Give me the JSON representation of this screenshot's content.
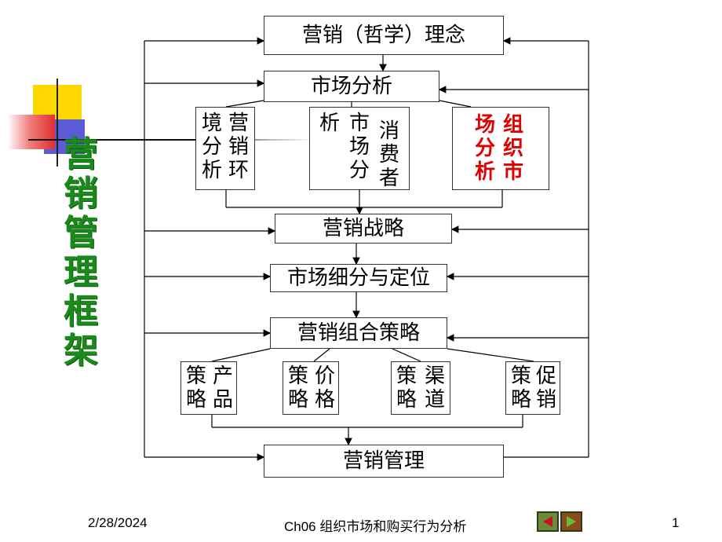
{
  "vertical_title": "营销管理框架",
  "boxes": {
    "philosophy": "营销（哲学）理念",
    "market_analysis": "市场分析",
    "env_col1": "营销环",
    "env_col2": "境分析",
    "consumer_col1": "消费者",
    "consumer_col2": "市场分",
    "consumer_col3": "析",
    "org_col1": "组织市",
    "org_col2": "场分析",
    "strategy": "营销战略",
    "segmentation": "市场细分与定位",
    "mix": "营销组合策略",
    "product_col1": "产品",
    "product_col2": "策略",
    "price_col1": "价格",
    "price_col2": "策略",
    "channel_col1": "渠道",
    "channel_col2": "策略",
    "promo_col1": "促销",
    "promo_col2": "策略",
    "management": "营销管理"
  },
  "footer": {
    "date": "2/28/2024",
    "course": "Ch06 组织市场和购买行为分析",
    "page": "1"
  },
  "colors": {
    "title_green": "#1a8a1a",
    "highlight_red": "#e00000"
  }
}
